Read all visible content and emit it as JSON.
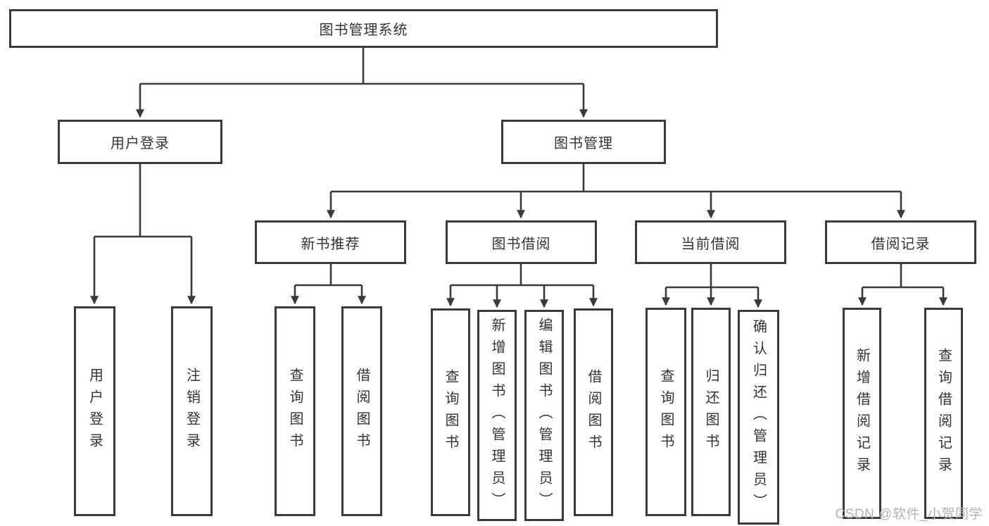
{
  "colors": {
    "line": "#3a3a3a",
    "text": "#333333",
    "watermark": "#b3b3b3",
    "bg": "#ffffff"
  },
  "diagram": {
    "root": {
      "label": "图书管理系统"
    },
    "level2": [
      {
        "label": "用户登录"
      },
      {
        "label": "图书管理"
      }
    ],
    "level3": [
      {
        "label": "新书推荐"
      },
      {
        "label": "图书借阅"
      },
      {
        "label": "当前借阅"
      },
      {
        "label": "借阅记录"
      }
    ],
    "leaves": {
      "user_login": [
        "用户登录",
        "注销登录"
      ],
      "new_books": [
        "查询图书",
        "借阅图书"
      ],
      "book_borrowing": [
        "查询图书",
        "新增图书（管理员）",
        "编辑图书（管理员）",
        "借阅图书"
      ],
      "current_borrowing": [
        "查询图书",
        "归还图书",
        "确认归还（管理员）"
      ],
      "borrowing_records": [
        "新增借阅记录",
        "查询借阅记录"
      ]
    },
    "watermark": "CSDN @软件_小贺同学"
  }
}
